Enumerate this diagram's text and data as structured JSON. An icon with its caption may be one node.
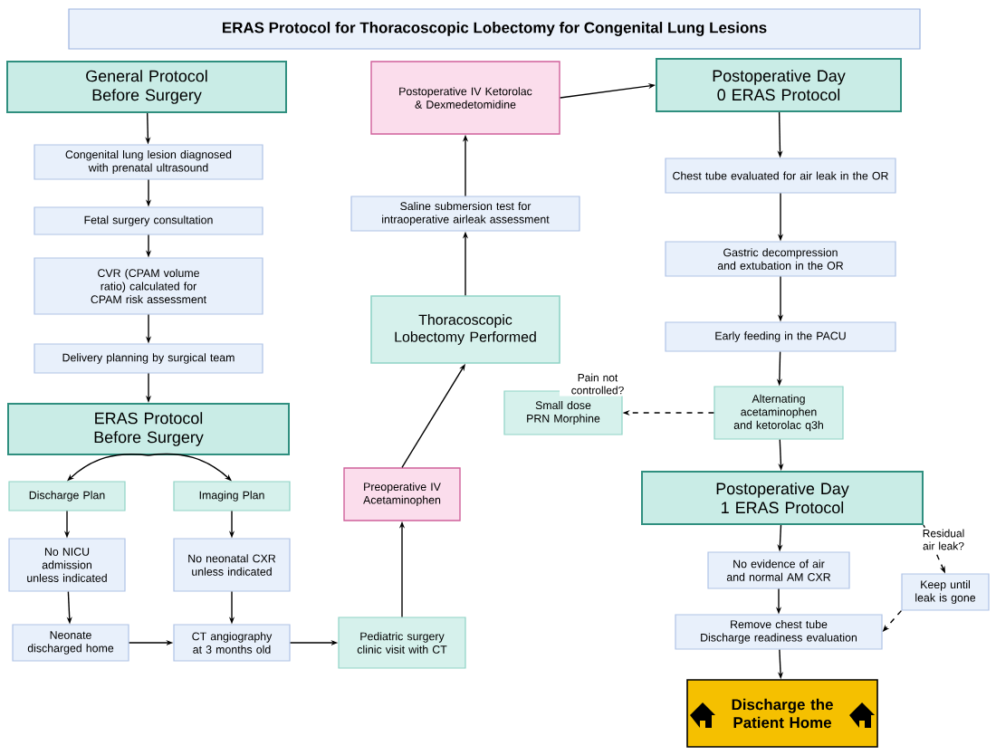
{
  "diagram": {
    "title": "ERAS Protocol for Thoracoscopic Lobectomy for Congenital Lung Lesions",
    "nodes": [
      {
        "text": [
          "General Protocol Before Surgery"
        ]
      },
      {
        "text": [
          "Congenital lung lesion diagnosed with prenatal ultrasound"
        ]
      },
      {
        "text": [
          "Fetal surgery consultation"
        ]
      },
      {
        "text": [
          "CVR (CPAM volume ratio) calculated for CPAM risk assessment"
        ]
      },
      {
        "text": [
          "Delivery planning by surgical team"
        ]
      },
      {
        "text": [
          "ERAS Protocol Before Surgery"
        ]
      },
      {
        "text": [
          "Discharge Plan"
        ]
      },
      {
        "text": [
          "Imaging Plan"
        ]
      },
      {
        "text": [
          "No NICU admission unless indicated"
        ]
      },
      {
        "text": [
          "No neonatal CXR unless indicated"
        ]
      },
      {
        "text": [
          "Neonate discharged home"
        ]
      },
      {
        "text": [
          "CT angiography at 3 months old"
        ]
      },
      {
        "text": [
          "Pediatric surgery clinic visit with CT"
        ]
      },
      {
        "text": [
          "Preoperative IV Acetaminophen"
        ]
      },
      {
        "text": [
          "Thoracoscopic Lobectomy Performed"
        ]
      },
      {
        "text": [
          "Saline submersion test for intraoperative airleak assessment"
        ]
      },
      {
        "text": [
          "Postoperative IV Ketorolac & Dexmedetomidine"
        ]
      },
      {
        "text": [
          "Postoperative Day 0 ERAS Protocol"
        ]
      },
      {
        "text": [
          "Chest tube evaluated for air leak in the OR"
        ]
      },
      {
        "text": [
          "Gastric decompression and extubation in the OR"
        ]
      },
      {
        "text": [
          "Early feeding in the PACU"
        ]
      },
      {
        "text": [
          "Alternating acetaminophen and ketorolac q3h"
        ]
      },
      {
        "text": [
          "Small dose PRN Morphine"
        ]
      },
      {
        "text": [
          "Postoperative Day 1 ERAS Protocol"
        ]
      },
      {
        "text": [
          "No evidence of air and normal AM CXR"
        ]
      },
      {
        "text": [
          "Keep until leak is gone"
        ]
      },
      {
        "text": [
          "Remove chest tube",
          "Discharge readiness evaluation"
        ]
      },
      {
        "text": [
          "Discharge the Patient Home"
        ]
      }
    ],
    "edges": [
      {
        "from": 0,
        "to": 1,
        "arrow": "to"
      },
      {
        "from": 1,
        "to": 2,
        "arrow": "to"
      },
      {
        "from": 2,
        "to": 3,
        "arrow": "to"
      },
      {
        "from": 3,
        "to": 4,
        "arrow": "to"
      },
      {
        "from": 4,
        "to": 5,
        "arrow": "to"
      },
      {
        "from": 5,
        "to": 6,
        "arrow": "to"
      },
      {
        "from": 5,
        "to": 7,
        "arrow": "to"
      },
      {
        "from": 6,
        "to": 8,
        "arrow": "to"
      },
      {
        "from": 8,
        "to": 10,
        "arrow": "to"
      },
      {
        "from": 7,
        "to": 9,
        "arrow": "to"
      },
      {
        "from": 9,
        "to": 11,
        "arrow": "to"
      },
      {
        "from": 10,
        "to": 11,
        "arrow": "to"
      },
      {
        "from": 11,
        "to": 12,
        "arrow": "to"
      },
      {
        "from": 12,
        "to": 13,
        "arrow": "to"
      },
      {
        "from": 13,
        "to": 14,
        "arrow": "to"
      },
      {
        "from": 14,
        "to": 15,
        "arrow": "to"
      },
      {
        "from": 15,
        "to": 16,
        "arrow": "to"
      },
      {
        "from": 16,
        "to": 17,
        "arrow": "to"
      },
      {
        "from": 17,
        "to": 18,
        "arrow": "to"
      },
      {
        "from": 18,
        "to": 19,
        "arrow": "to"
      },
      {
        "from": 19,
        "to": 20,
        "arrow": "to"
      },
      {
        "from": 20,
        "to": 21,
        "arrow": "to"
      },
      {
        "from": 21,
        "to": 22,
        "arrow": "to",
        "label": "Pain not controlled?",
        "style": "dashed"
      },
      {
        "from": 21,
        "to": 23,
        "arrow": "to"
      },
      {
        "from": 23,
        "to": 24,
        "arrow": "to"
      },
      {
        "from": 24,
        "to": 26,
        "arrow": "to"
      },
      {
        "from": 23,
        "to": 25,
        "arrow": "to",
        "label": "Residual air leak?",
        "style": "dashed"
      },
      {
        "from": 25,
        "to": 26,
        "arrow": "to",
        "style": "dashed"
      },
      {
        "from": 26,
        "to": 27,
        "arrow": "to"
      }
    ]
  }
}
